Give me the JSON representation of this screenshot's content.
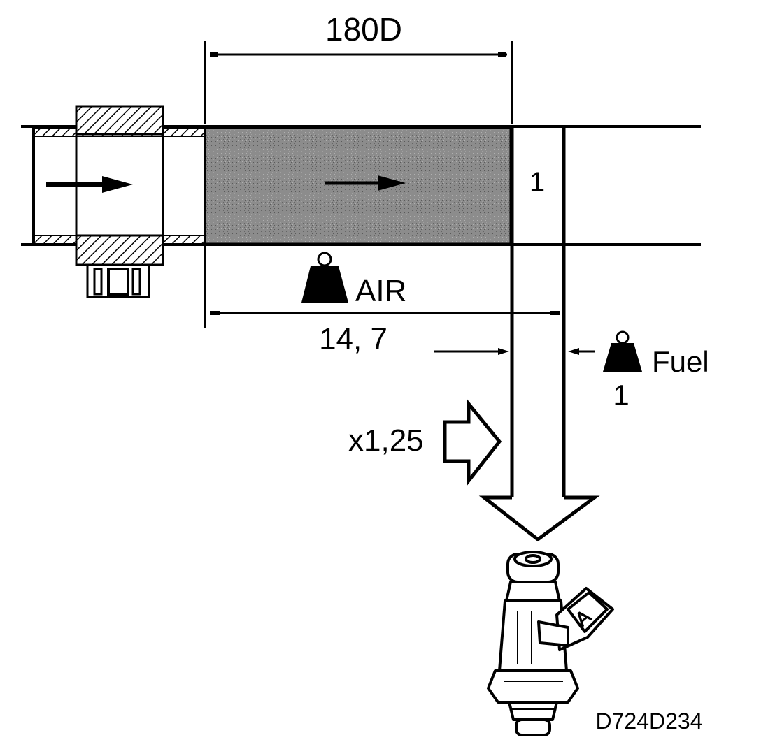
{
  "diagram": {
    "top_dimension_label": "180D",
    "cylinder_number": "1",
    "air_label": "AIR",
    "air_ratio_label": "14, 7",
    "fuel_label": "Fuel",
    "fuel_ratio_label": "1",
    "multiplier_label": "x1,25",
    "figure_code": "D724D234"
  },
  "colors": {
    "ink": "#000000",
    "air_fill": "#8a8a8a",
    "background": "#ffffff"
  }
}
